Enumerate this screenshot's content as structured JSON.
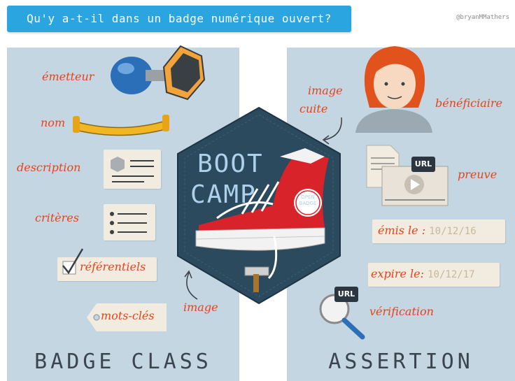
{
  "title": "Qu'y a-t-il dans un badge numérique ouvert?",
  "credit": "@bryanMMathers",
  "badge_class": {
    "heading": "BADGE CLASS",
    "labels": {
      "issuer": "émetteur",
      "name": "nom",
      "description": "description",
      "criteria": "critères",
      "alignment": "référentiels",
      "tags": "mots-clés",
      "image": "image"
    }
  },
  "badge": {
    "line1": "BOOT",
    "line2": "CAMP",
    "sticker_line1": "OPEN",
    "sticker_line2": "BADGE"
  },
  "assertion": {
    "heading": "ASSERTION",
    "labels": {
      "baked_image_line1": "image",
      "baked_image_line2": "cuite",
      "recipient": "bénéficiaire",
      "evidence": "preuve",
      "issued_on": "émis le :",
      "issued_date": "10/12/16",
      "expires": "expire le:",
      "expires_date": "10/12/17",
      "verification": "vérification",
      "url_evidence": "URL",
      "url_verify": "URL"
    }
  },
  "colors": {
    "banner": "#2aa5e0",
    "panel": "#c4d6e2",
    "accent": "#e2451c",
    "hexagon": "#2c4a5e"
  }
}
